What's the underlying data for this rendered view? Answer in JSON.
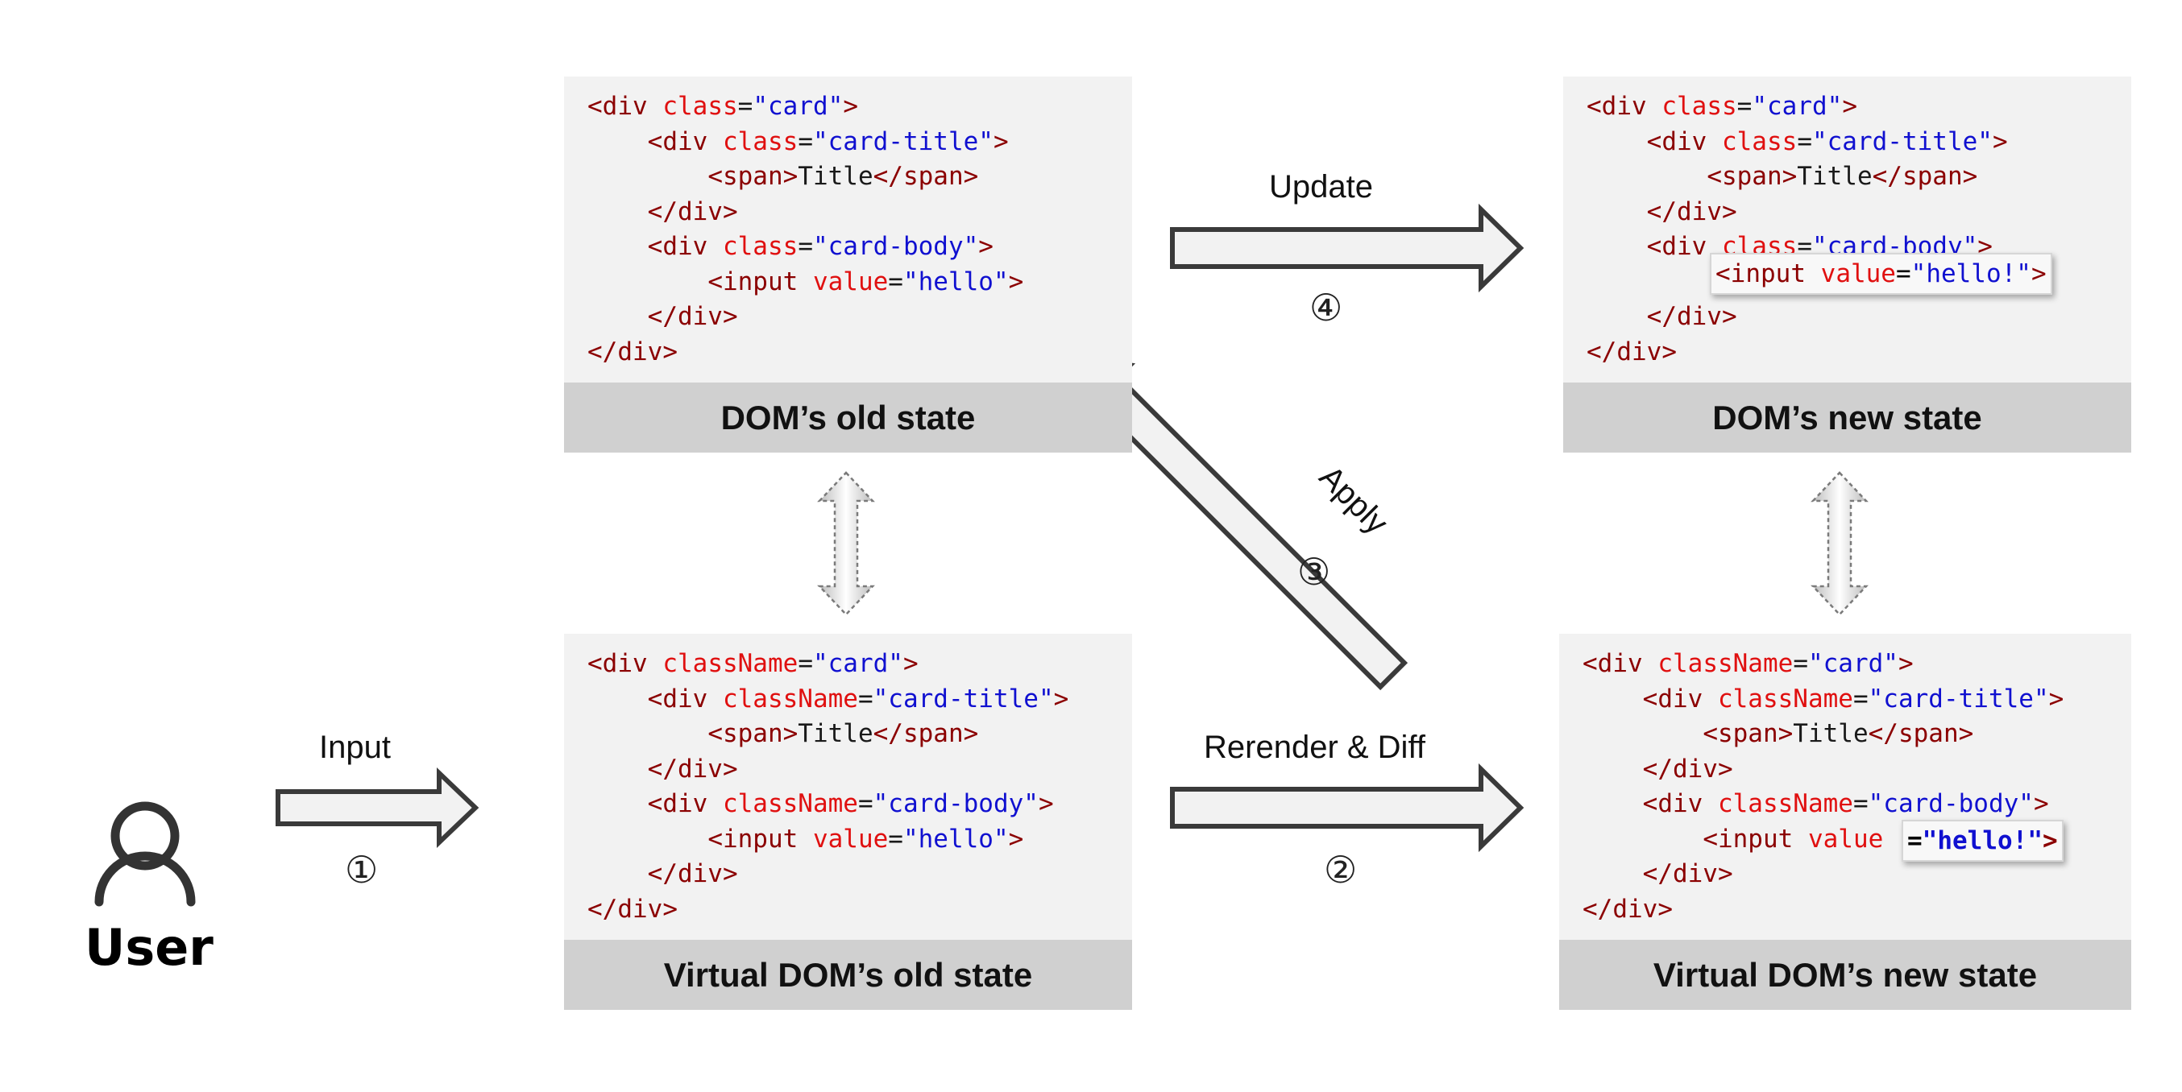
{
  "user": {
    "label": "User"
  },
  "dom_old": {
    "caption": "DOM’s old state",
    "line1": {
      "open": "<div ",
      "attr": "class",
      "eq": "=",
      "val": "\"card\"",
      "close": ">"
    },
    "line2": {
      "open": "<div ",
      "attr": "class",
      "eq": "=",
      "val": "\"card-title\"",
      "close": ">"
    },
    "line3": {
      "open": "<span>",
      "text": "Title",
      "close": "</span>"
    },
    "line4": "</div>",
    "line5": {
      "open": "<div ",
      "attr": "class",
      "eq": "=",
      "val": "\"card-body\"",
      "close": ">"
    },
    "line6": {
      "open": "<input ",
      "attr": "value",
      "eq": "=",
      "val": "\"hello\"",
      "close": ">"
    },
    "line7": "</div>",
    "line8": "</div>"
  },
  "dom_new": {
    "caption": "DOM’s new state",
    "line1": {
      "open": "<div ",
      "attr": "class",
      "eq": "=",
      "val": "\"card\"",
      "close": ">"
    },
    "line2": {
      "open": "<div ",
      "attr": "class",
      "eq": "=",
      "val": "\"card-title\"",
      "close": ">"
    },
    "line3": {
      "open": "<span>",
      "text": "Title",
      "close": "</span>"
    },
    "line4": "</div>",
    "line5": {
      "open": "<div ",
      "attr": "class",
      "eq": "=",
      "val": "\"card-body\"",
      "close": ">"
    },
    "line6": {
      "open": "<input ",
      "attr": "value",
      "eq": "=",
      "val": "\"hello!\"",
      "close": ">"
    },
    "line7": "</div>",
    "line8": "</div>"
  },
  "vdom_old": {
    "caption": "Virtual DOM’s old state",
    "line1": {
      "open": "<div ",
      "attr": "className",
      "eq": "=",
      "val": "\"card\"",
      "close": ">"
    },
    "line2": {
      "open": "<div ",
      "attr": "className",
      "eq": "=",
      "val": "\"card-title\"",
      "close": ">"
    },
    "line3": {
      "open": "<span>",
      "text": "Title",
      "close": "</span>"
    },
    "line4": "</div>",
    "line5": {
      "open": "<div ",
      "attr": "className",
      "eq": "=",
      "val": "\"card-body\"",
      "close": ">"
    },
    "line6": {
      "open": "<input ",
      "attr": "value",
      "eq": "=",
      "val": "\"hello\"",
      "close": ">"
    },
    "line7": "</div>",
    "line8": "</div>"
  },
  "vdom_new": {
    "caption": "Virtual DOM’s new state",
    "line1": {
      "open": "<div ",
      "attr": "className",
      "eq": "=",
      "val": "\"card\"",
      "close": ">"
    },
    "line2": {
      "open": "<div ",
      "attr": "className",
      "eq": "=",
      "val": "\"card-title\"",
      "close": ">"
    },
    "line3": {
      "open": "<span>",
      "text": "Title",
      "close": "</span>"
    },
    "line4": "</div>",
    "line5": {
      "open": "<div ",
      "attr": "className",
      "eq": "=",
      "val": "\"card-body\"",
      "close": ">"
    },
    "line6": {
      "open": "<input ",
      "attr": "value",
      "eq": "=",
      "val": "\"hello!\"",
      "close": ">"
    },
    "line7": "</div>",
    "line8": "</div>"
  },
  "arrows": {
    "input": {
      "label": "Input",
      "step": "①"
    },
    "rerender": {
      "label": "Rerender & Diff",
      "step": "②"
    },
    "apply": {
      "label": "Apply",
      "step": "③"
    },
    "update": {
      "label": "Update",
      "step": "④"
    }
  },
  "colors": {
    "tag": "#8b0000",
    "attribute": "#e01010",
    "string": "#1010d0",
    "box_bg": "#f2f2f2",
    "caption_bg": "#d0d0d0",
    "arrow_fill": "#f2f2f2",
    "arrow_stroke": "#3a3a3a"
  }
}
